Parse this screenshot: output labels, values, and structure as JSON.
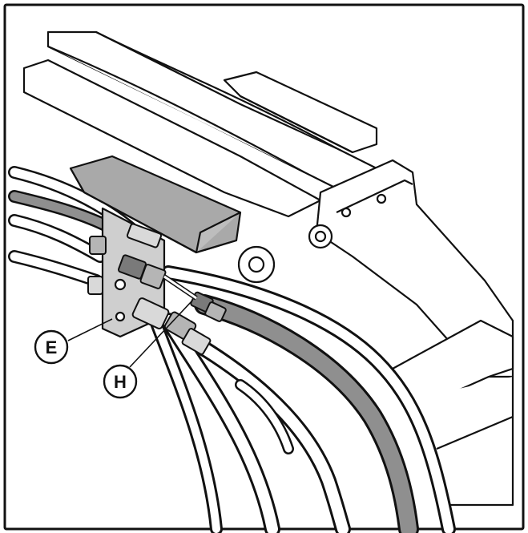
{
  "figure": {
    "callouts": [
      {
        "id": "E",
        "label": "E"
      },
      {
        "id": "H",
        "label": "H"
      }
    ],
    "colors": {
      "line": "#111111",
      "metal_light": "#d9d9d9",
      "metal_mid": "#b5b5b5",
      "metal_dark": "#7a7a7a",
      "hose_gray": "#8f8f8f",
      "background": "#ffffff"
    }
  }
}
